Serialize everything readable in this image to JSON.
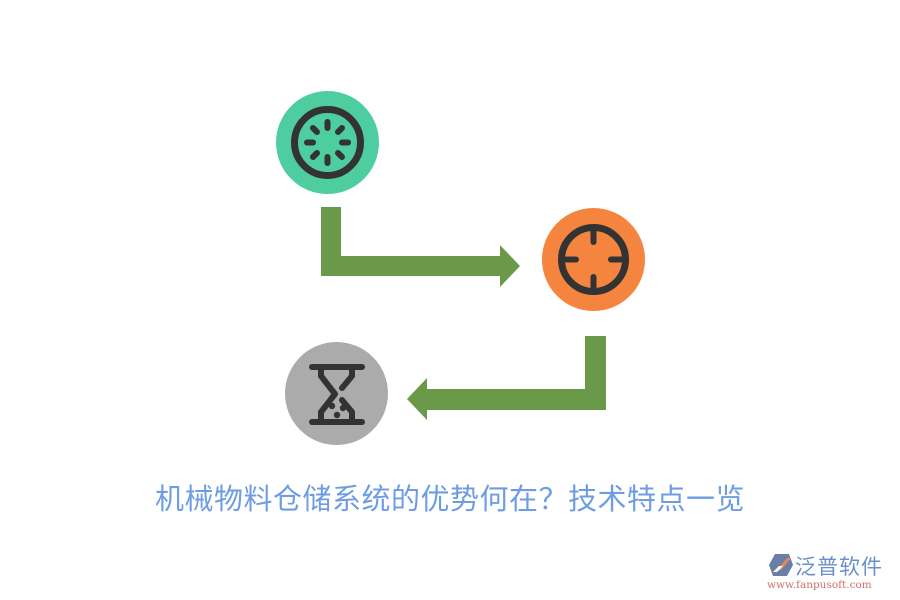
{
  "diagram": {
    "title": "机械物料仓储系统的优势何在？技术特点一览",
    "nodes": [
      {
        "id": "node-1",
        "icon": "loading-spinner-icon",
        "color": "#4ecda0"
      },
      {
        "id": "node-2",
        "icon": "crosshair-target-icon",
        "color": "#f5843f"
      },
      {
        "id": "node-3",
        "icon": "hourglass-icon",
        "color": "#ababab"
      }
    ],
    "edges": [
      {
        "from": "node-1",
        "to": "node-2",
        "color": "#6a994a"
      },
      {
        "from": "node-2",
        "to": "node-3",
        "color": "#6a994a"
      }
    ],
    "icon_stroke_color": "#333333"
  },
  "watermark": {
    "name": "泛普软件",
    "url": "www.fanpusoft.com"
  }
}
